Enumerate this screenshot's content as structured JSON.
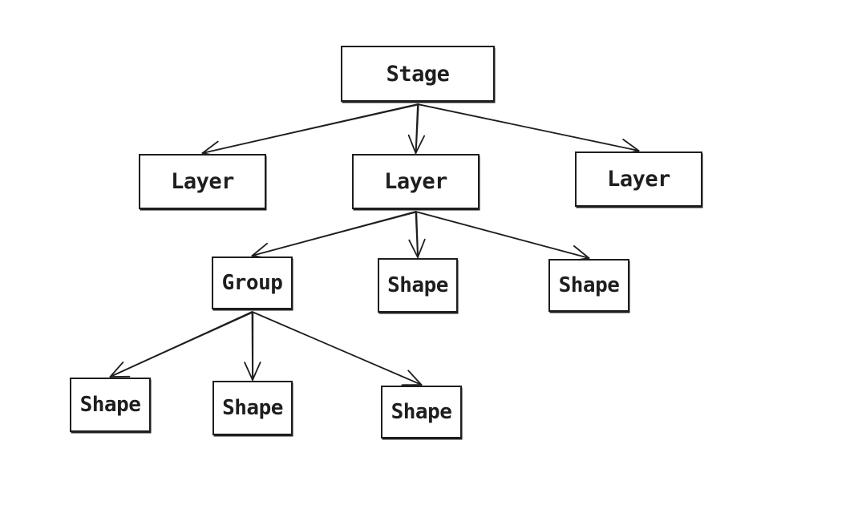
{
  "diagram": {
    "nodes": [
      {
        "id": "n-stage",
        "label": "Stage"
      },
      {
        "id": "n-layer1",
        "label": "Layer"
      },
      {
        "id": "n-layer2",
        "label": "Layer"
      },
      {
        "id": "n-layer3",
        "label": "Layer"
      },
      {
        "id": "n-group",
        "label": "Group"
      },
      {
        "id": "n-shape1",
        "label": "Shape"
      },
      {
        "id": "n-shape2",
        "label": "Shape"
      },
      {
        "id": "n-shape3",
        "label": "Shape"
      },
      {
        "id": "n-shape4",
        "label": "Shape"
      },
      {
        "id": "n-shape5",
        "label": "Shape"
      }
    ],
    "edges": [
      {
        "from": "n-stage",
        "to": "n-layer1"
      },
      {
        "from": "n-stage",
        "to": "n-layer2"
      },
      {
        "from": "n-stage",
        "to": "n-layer3"
      },
      {
        "from": "n-layer2",
        "to": "n-group"
      },
      {
        "from": "n-layer2",
        "to": "n-shape1"
      },
      {
        "from": "n-layer2",
        "to": "n-shape2"
      },
      {
        "from": "n-group",
        "to": "n-shape3"
      },
      {
        "from": "n-group",
        "to": "n-shape4"
      },
      {
        "from": "n-group",
        "to": "n-shape5"
      }
    ],
    "style": {
      "stroke_color": "#1e1e1e",
      "background": "#ffffff"
    }
  }
}
